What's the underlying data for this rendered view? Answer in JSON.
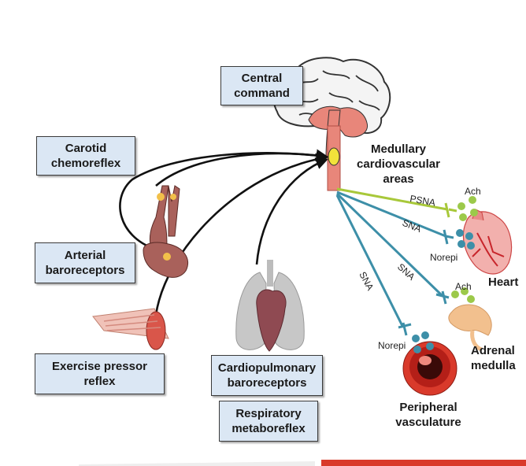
{
  "boxes": {
    "central_command": "Central\ncommand",
    "carotid_chemoreflex": "Carotid\nchemoreflex",
    "arterial_baroreceptors": "Arterial\nbaroreceptors",
    "exercise_pressor_reflex": "Exercise pressor\nreflex",
    "cardiopulmonary_baroreceptors": "Cardiopulmonary\nbaroreceptors",
    "respiratory_metaboreflex": "Respiratory\nmetaboreflex"
  },
  "labels": {
    "medullary_areas": "Medullary\ncardiovascular\nareas",
    "heart": "Heart",
    "adrenal_medulla": "Adrenal\nmedulla",
    "peripheral_vasculature": "Peripheral\nvasculature"
  },
  "pathways": {
    "psna": "PSNA",
    "sna_heart": "SNA",
    "sna_adrenal": "SNA",
    "sna_vasculature": "SNA"
  },
  "transmitters": {
    "ach_heart": "Ach",
    "norepi_heart": "Norepi",
    "ach_adrenal": "Ach",
    "norepi_vasculature": "Norepi"
  },
  "colors": {
    "box_fill": "#dbe7f4",
    "psna_line": "#a8c83a",
    "sna_line": "#3d8fa8",
    "ach_dot": "#9cc94a",
    "norepi_dot": "#3d8fa8",
    "medulla": "#e8867a",
    "red_band": "#d93a2b"
  }
}
